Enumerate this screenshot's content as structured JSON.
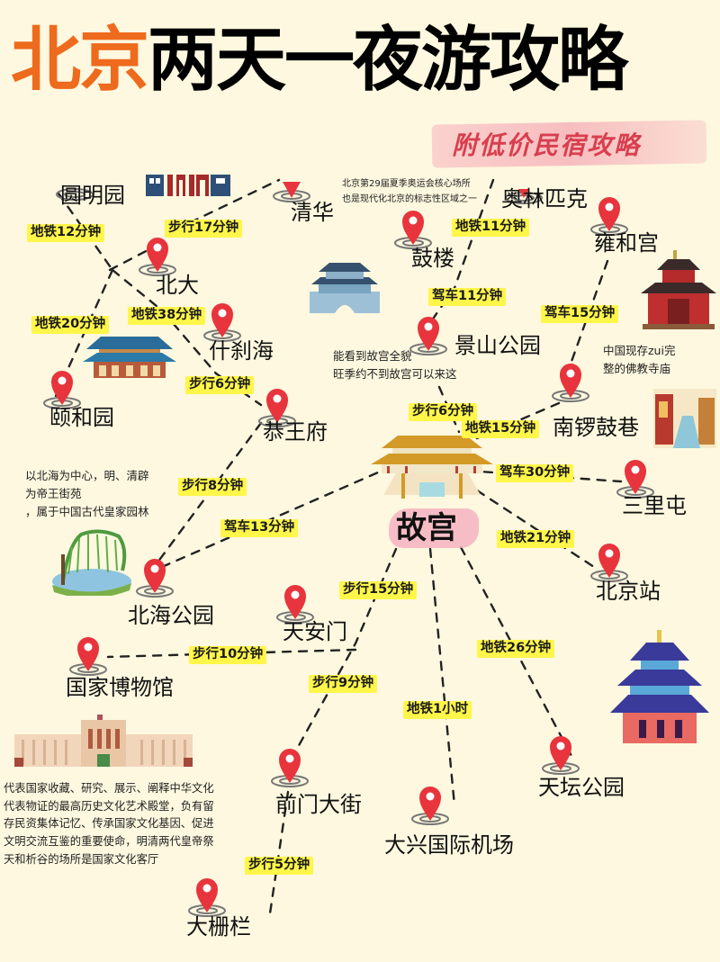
{
  "header": {
    "title_accent": "北京",
    "title_rest": "两天一夜游攻略",
    "subtitle": "附低价民宿攻略",
    "accent_color": "#ee6a1d",
    "subtitle_color": "#d83f4f"
  },
  "places": {
    "yuanmingyuan": "圆明园",
    "qinghua": "清华",
    "beida": "北大",
    "shichahai": "什刹海",
    "yiheyuan": "颐和园",
    "gongwangfu": "恭王府",
    "beihai": "北海公园",
    "tiananmen": "天安门",
    "guojia_bowuguan": "国家博物馆",
    "qianmen": "前门大街",
    "dashilan": "大栅栏",
    "daxing": "大兴国际机场",
    "tiantan": "天坛公园",
    "beijingzhan": "北京站",
    "sanlitun": "三里屯",
    "nanluoguxiang": "南锣鼓巷",
    "jingshan": "景山公园",
    "gulou": "鼓楼",
    "aolinpike": "奥林匹克",
    "yonghegong": "雍和宫",
    "gugong": "故宫"
  },
  "routes": {
    "yuanmingyuan_beida": "地铁12分钟",
    "qinghua_beida": "步行17分钟",
    "yiheyuan_junction": "地铁20分钟",
    "junction_shichahai": "地铁38分钟",
    "shichahai_gongwangfu": "步行6分钟",
    "gongwangfu_beihai": "步行8分钟",
    "gugong_beihai": "驾车13分钟",
    "aolinpike_gulou": "地铁11分钟",
    "gulou_jingshan": "驾车11分钟",
    "yonghegong_nanluoguxiang": "驾车15分钟",
    "jingshan_gugong": "步行6分钟",
    "gugong_nanluoguxiang": "地铁15分钟",
    "gugong_sanlitun": "驾车30分钟",
    "gugong_beijingzhan": "地铁21分钟",
    "gugong_tiananmen": "步行15分钟",
    "tiananmen_bowuguan": "步行10分钟",
    "tiananmen_qianmen": "步行9分钟",
    "gugong_daxing": "地铁1小时",
    "gugong_tiantan": "地铁26分钟",
    "qianmen_dashilan": "步行5分钟"
  },
  "notes": {
    "aolinpike": "北京第29届夏季奥运会核心场所\n也是现代化北京的标志性区域之一",
    "jingshan": "能看到故宫全貌\n旺季约不到故宫可以来这",
    "yonghegong": "中国现存zui完\n整的佛教寺庙",
    "beihai": "以北海为中心，明、清辟\n为帝王街苑\n，属于中国古代皇家园林",
    "bowuguan": "代表国家收藏、研究、展示、阐释中华文化\n代表物证的最高历史文化艺术殿堂，负有留\n存民资集体记忆、传承国家文化基因、促进\n文明交流互鉴的重要使命，明清两代皇帝祭\n天和析谷的场所是国家文化客厅"
  },
  "icons": {
    "pin": "map-pin-icon",
    "pin_color": "#e8343c",
    "tag_color": "#fff64a"
  }
}
